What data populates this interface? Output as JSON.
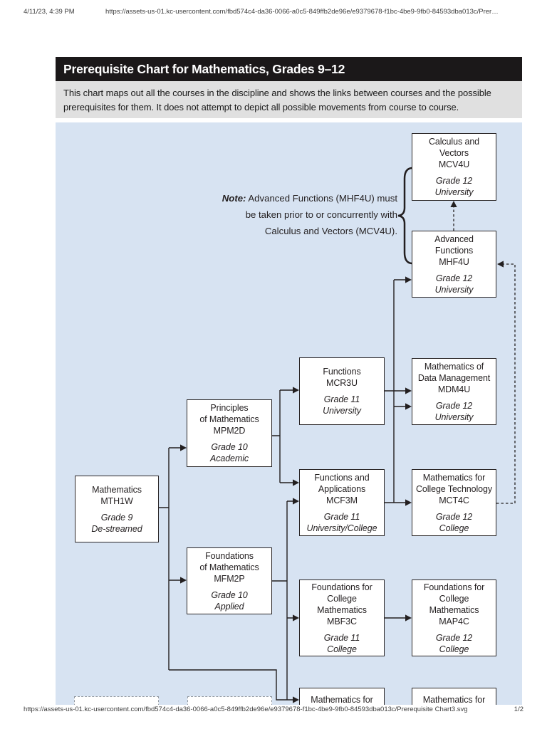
{
  "print_header": {
    "datetime": "4/11/23, 4:39 PM",
    "url": "https://assets-us-01.kc-usercontent.com/fbd574c4-da36-0066-a0c5-849ffb2de96e/e9379678-f1bc-4be9-9fb0-84593dba013c/Prer…"
  },
  "print_footer": {
    "url": "https://assets-us-01.kc-usercontent.com/fbd574c4-da36-0066-a0c5-849ffb2de96e/e9379678-f1bc-4be9-9fb0-84593dba013c/Prerequisite Chart3.svg",
    "page_indicator": "1/2"
  },
  "chart": {
    "title": "Prerequisite Chart for Mathematics, Grades 9–12",
    "description": "This chart maps out all the courses in the discipline and shows the links between courses and the possible\nprerequisites for them. It does not attempt to depict all possible movements from course to course.",
    "note": {
      "label": "Note:",
      "text": " Advanced Functions (MHF4U) must\nbe taken prior to or concurrently with\nCalculus and Vectors (MCV4U)."
    },
    "colors": {
      "diagram_background": "#d7e3f2",
      "title_bar": "#1b1819",
      "description_bg": "#e0e0e0",
      "line": "#231f20"
    },
    "courses": [
      {
        "id": "MTH1W",
        "title": "Mathematics\nMTH1W",
        "grade": "Grade 9\nDe-streamed"
      },
      {
        "id": "MPM2D",
        "title": "Principles\nof Mathematics\nMPM2D",
        "grade": "Grade 10\nAcademic"
      },
      {
        "id": "MFM2P",
        "title": "Foundations\nof Mathematics\nMFM2P",
        "grade": "Grade 10\nApplied"
      },
      {
        "id": "MCR3U",
        "title": "Functions\nMCR3U",
        "grade": "Grade 11\nUniversity"
      },
      {
        "id": "MCF3M",
        "title": "Functions and\nApplications\nMCF3M",
        "grade": "Grade 11\nUniversity/College"
      },
      {
        "id": "MBF3C",
        "title": "Foundations for\nCollege\nMathematics\nMBF3C",
        "grade": "Grade 11\nCollege"
      },
      {
        "id": "MEL3E",
        "title": "Mathematics for",
        "grade": ""
      },
      {
        "id": "MCV4U",
        "title": "Calculus and\nVectors\nMCV4U",
        "grade": "Grade 12\nUniversity"
      },
      {
        "id": "MHF4U",
        "title": "Advanced\nFunctions\nMHF4U",
        "grade": "Grade 12\nUniversity"
      },
      {
        "id": "MDM4U",
        "title": "Mathematics of\nData Management\nMDM4U",
        "grade": "Grade 12\nUniversity"
      },
      {
        "id": "MCT4C",
        "title": "Mathematics for\nCollege Technology\nMCT4C",
        "grade": "Grade 12\nCollege"
      },
      {
        "id": "MAP4C",
        "title": "Foundations for\nCollege\nMathematics\nMAP4C",
        "grade": "Grade 12\nCollege"
      },
      {
        "id": "MEL4E",
        "title": "Mathematics for",
        "grade": ""
      }
    ],
    "links": [
      {
        "from": "MTH1W",
        "to": "MPM2D",
        "style": "solid"
      },
      {
        "from": "MTH1W",
        "to": "MFM2P",
        "style": "solid"
      },
      {
        "from": "MTH1W",
        "to": "MEL3E",
        "style": "solid"
      },
      {
        "from": "MPM2D",
        "to": "MCR3U",
        "style": "solid"
      },
      {
        "from": "MPM2D",
        "to": "MCF3M",
        "style": "solid"
      },
      {
        "from": "MFM2P",
        "to": "MCF3M",
        "style": "solid"
      },
      {
        "from": "MFM2P",
        "to": "MBF3C",
        "style": "solid"
      },
      {
        "from": "MFM2P",
        "to": "MEL3E",
        "style": "solid"
      },
      {
        "from": "MCR3U",
        "to": "MDM4U",
        "style": "solid"
      },
      {
        "from": "MCR3U",
        "to": "MHF4U",
        "style": "solid"
      },
      {
        "from": "MCF3M",
        "to": "MDM4U",
        "style": "solid"
      },
      {
        "from": "MCF3M",
        "to": "MCT4C",
        "style": "solid"
      },
      {
        "from": "MBF3C",
        "to": "MAP4C",
        "style": "solid"
      },
      {
        "from": "MCT4C",
        "to": "MHF4U",
        "style": "dashed"
      },
      {
        "from": "MHF4U",
        "to": "MCV4U",
        "style": "dashed"
      }
    ]
  }
}
